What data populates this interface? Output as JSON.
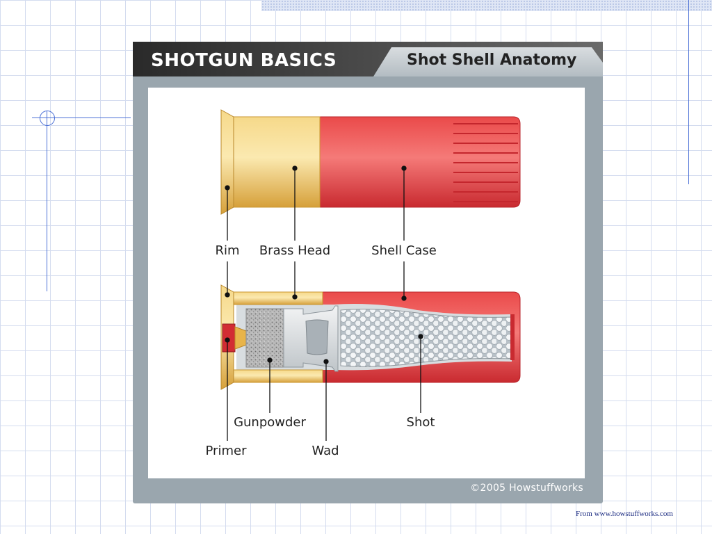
{
  "figure": {
    "title": "SHOTGUN BASICS",
    "subtitle": "Shot Shell Anatomy",
    "credit": "©2005 Howstuffworks"
  },
  "labels": {
    "rim": "Rim",
    "brass_head": "Brass Head",
    "shell_case": "Shell Case",
    "gunpowder": "Gunpowder",
    "shot": "Shot",
    "primer": "Primer",
    "wad": "Wad"
  },
  "source_note": "From www.howstuffworks.com",
  "colors": {
    "slide_grid": "#d4dcef",
    "brass": "#e9b94a",
    "shell_red": "#e23a3e",
    "frame_gray": "#9aa6ae",
    "header_dark": "#3a3a3a",
    "link_blue": "#1a2a80"
  }
}
